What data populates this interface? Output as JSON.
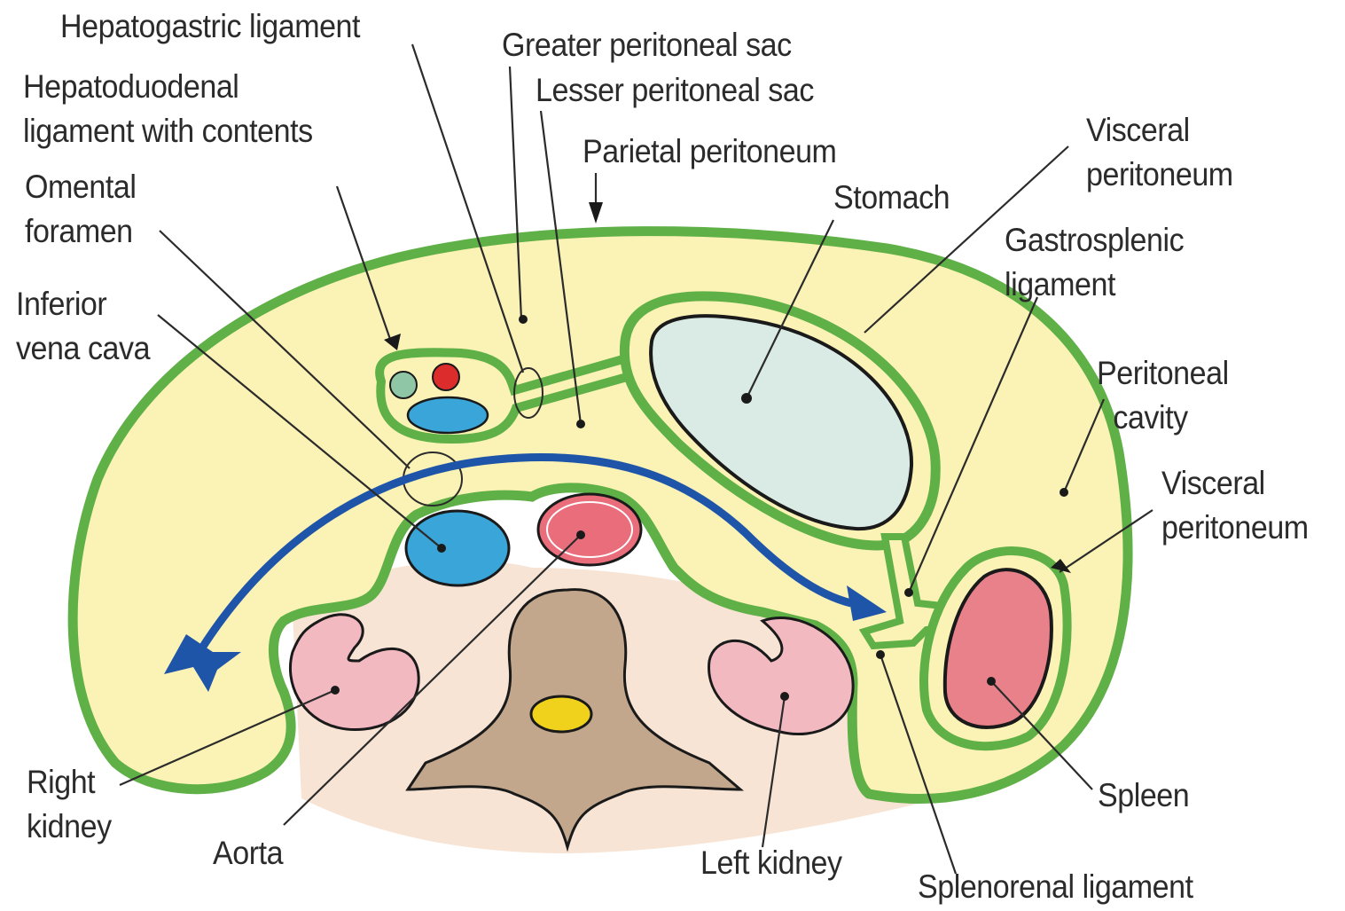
{
  "labels": {
    "hepatogastric": "Hepatogastric ligament",
    "greater_sac": "Greater peritoneal sac",
    "lesser_sac": "Lesser peritoneal sac",
    "hepatoduodenal_1": "Hepatoduodenal",
    "hepatoduodenal_2": "ligament with contents",
    "parietal": "Parietal peritoneum",
    "visceral_top_1": "Visceral",
    "visceral_top_2": "peritoneum",
    "omental_1": "Omental",
    "omental_2": "foramen",
    "stomach": "Stomach",
    "gastrosplenic_1": "Gastrosplenic",
    "gastrosplenic_2": "ligament",
    "ivc_1": "Inferior",
    "ivc_2": "vena cava",
    "peritoneal_cavity_1": "Peritoneal",
    "peritoneal_cavity_2": "cavity",
    "visceral_right_1": "Visceral",
    "visceral_right_2": "peritoneum",
    "right_kidney_1": "Right",
    "right_kidney_2": "kidney",
    "aorta": "Aorta",
    "left_kidney": "Left kidney",
    "spleen": "Spleen",
    "splenorenal": "Splenorenal ligament"
  },
  "colors": {
    "peritoneum": "#5fb046",
    "cavity": "#fbf2b6",
    "retroperitoneum": "#f7e4d4",
    "stomach": "#d9ebe4",
    "vessel_blue": "#39a5d8",
    "aorta": "#ea6d7c",
    "kidney": "#f3b9c0",
    "spleen": "#e8818a",
    "vertebra": "#c3a78d",
    "spinal_cord": "#f0d21d",
    "arrow": "#1f55a8",
    "bile_duct": "#8fc7a6",
    "hepatic_artery": "#dc2c2c"
  }
}
